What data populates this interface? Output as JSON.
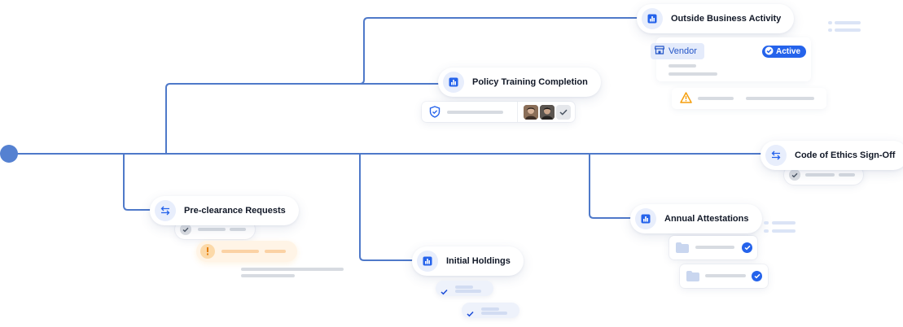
{
  "nodes": {
    "outside_business_activity": "Outside Business Activity",
    "policy_training_completion": "Policy Training Completion",
    "code_of_ethics_signoff": "Code of Ethics Sign-Off",
    "pre_clearance_requests": "Pre-clearance Requests",
    "annual_attestations": "Annual Attestations",
    "initial_holdings": "Initial Holdings"
  },
  "vendor_card": {
    "tag_label": "Vendor",
    "status_badge": "Active"
  },
  "colors": {
    "connector": "#4f79c9",
    "accent": "#2563eb",
    "icon_background": "#e8eefc",
    "warning": "#f59e0b"
  },
  "icons": {
    "chart": "bar-chart-icon",
    "transfer": "transfer-arrows-icon",
    "shield": "shield-check-icon",
    "warning": "warning-triangle-icon",
    "alert": "alert-circle-icon",
    "folder": "folder-icon",
    "store": "store-icon",
    "check": "check-icon"
  }
}
